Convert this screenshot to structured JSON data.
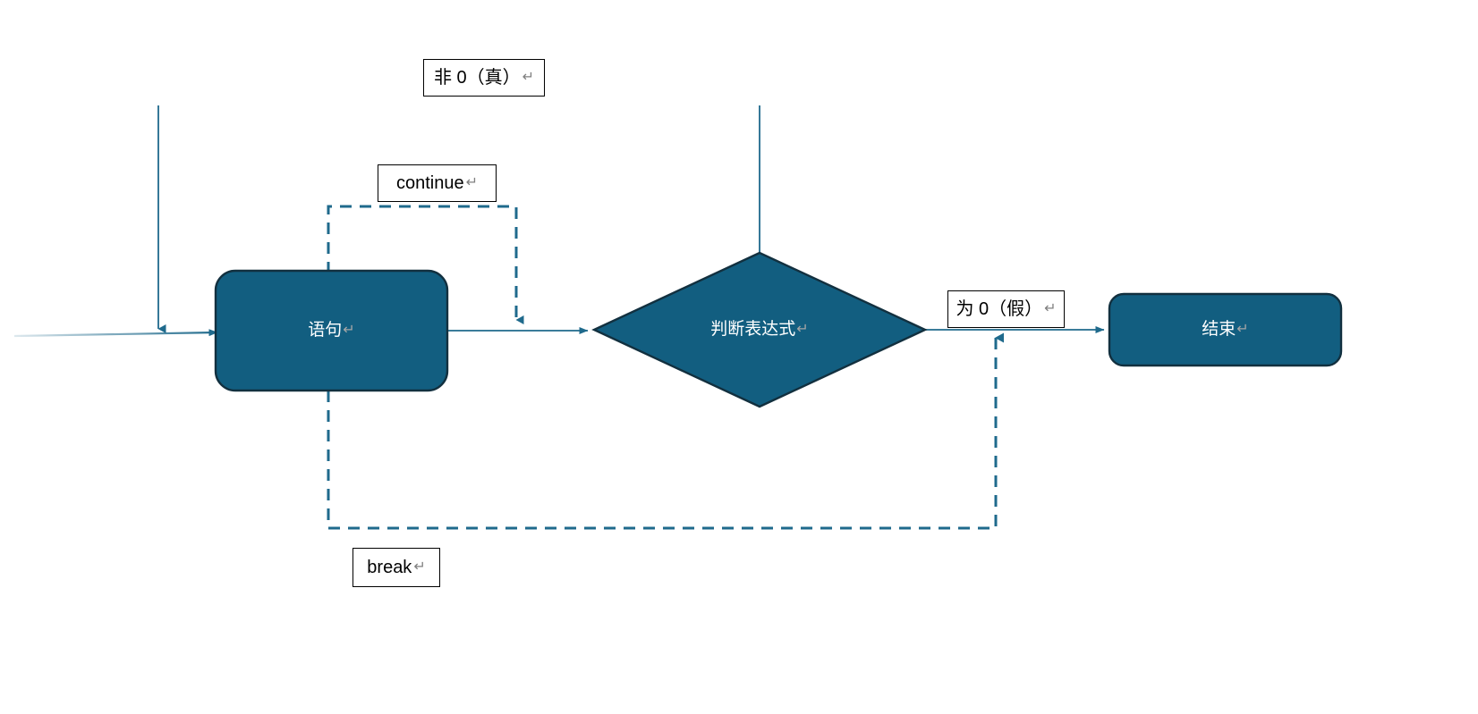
{
  "diagram": {
    "title": "while loop flowchart",
    "colors": {
      "shape_fill": "#125E80",
      "shape_stroke": "#12303F",
      "connector": "#1F6A8C",
      "dashed_connector": "#1F6A8C",
      "label_text": "#000000",
      "shape_text": "#FFFFFF",
      "cr_glyph": "#A6A6A6",
      "background": "#FFFFFF"
    },
    "nodes": [
      {
        "id": "statement",
        "shape": "rounded-rectangle",
        "label": "语句",
        "cr": "↵"
      },
      {
        "id": "condition",
        "shape": "diamond",
        "label": "判断表达式",
        "cr": "↵"
      },
      {
        "id": "end",
        "shape": "rounded-rectangle",
        "label": "结束",
        "cr": "↵"
      }
    ],
    "edge_labels": [
      {
        "id": "true-label",
        "text": "非 0（真）",
        "cr": "↵"
      },
      {
        "id": "continue-label",
        "text": "continue",
        "cr": "↵"
      },
      {
        "id": "false-label",
        "text": "为 0（假）",
        "cr": "↵"
      },
      {
        "id": "break-label",
        "text": "break",
        "cr": "↵"
      }
    ]
  }
}
